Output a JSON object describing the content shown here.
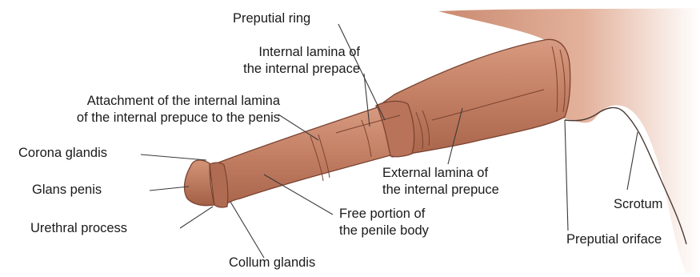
{
  "labels": {
    "preputial_ring": "Preputial ring",
    "internal_lamina_1": "Internal lamina of",
    "internal_lamina_2": "the internal prepace",
    "attachment_1": "Attachment of the internal lamina",
    "attachment_2": "of the internal prepuce to the penis",
    "corona_glandis": "Corona glandis",
    "glans_penis": "Glans penis",
    "urethral_process": "Urethral process",
    "collum_glandis": "Collum glandis",
    "free_portion_1": "Free portion of",
    "free_portion_2": "the penile body",
    "external_lamina_1": "External  lamina of",
    "external_lamina_2": "the internal prepuce",
    "scrotum": "Scrotum",
    "preputial_orifice": "Preputial oriface"
  },
  "colors": {
    "skin": "#c7866c",
    "skin_dark": "#9a5a42",
    "body_light": "#e7b9a4",
    "leader": "#3a3a3a"
  }
}
